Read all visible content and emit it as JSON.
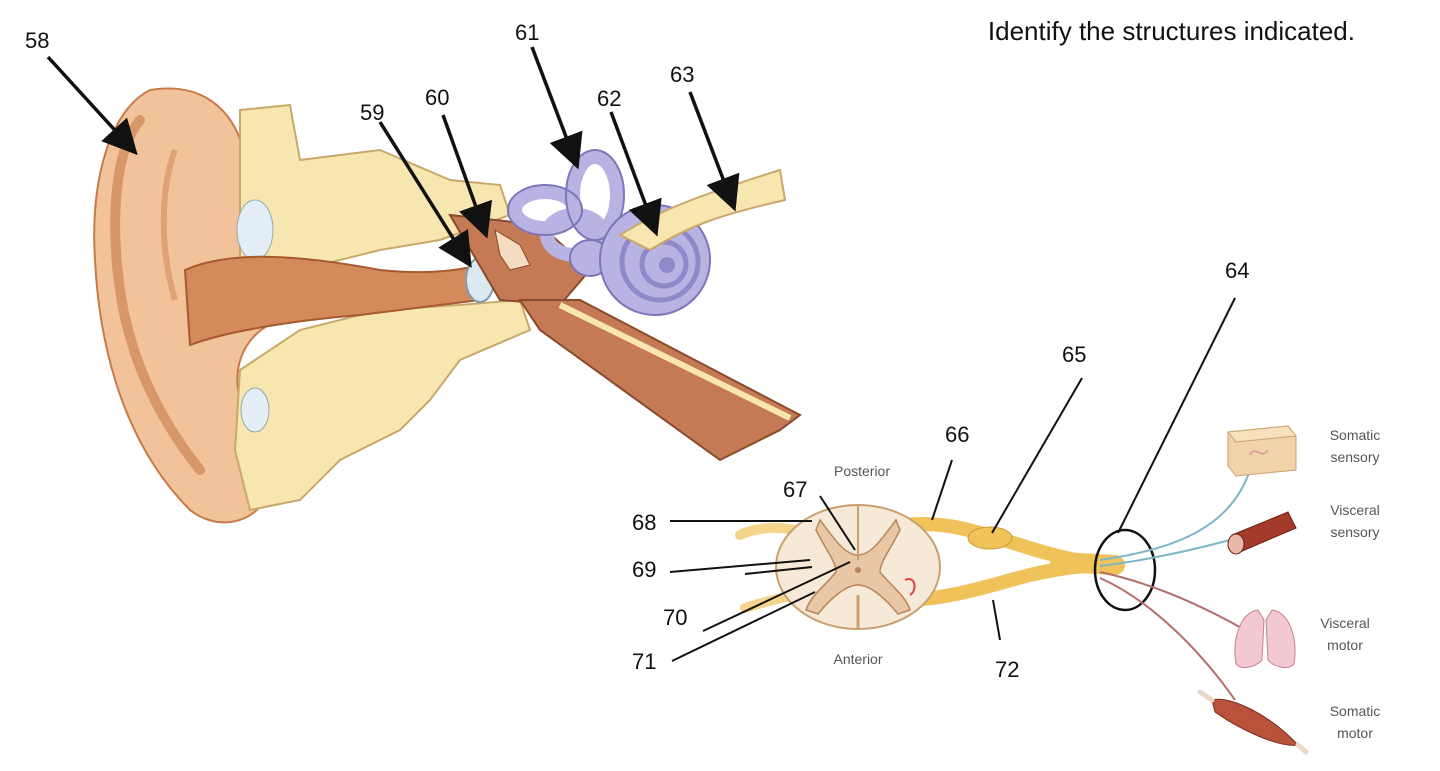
{
  "title": "Identify the structures indicated.",
  "ear_labels": [
    "58",
    "59",
    "60",
    "61",
    "62",
    "63"
  ],
  "nerve_labels": [
    "64",
    "65",
    "66",
    "67",
    "68",
    "69",
    "70",
    "71",
    "72"
  ],
  "cord_labels": {
    "posterior": "Posterior",
    "anterior": "Anterior"
  },
  "targets": [
    {
      "line1": "Somatic",
      "line2": "sensory"
    },
    {
      "line1": "Visceral",
      "line2": "sensory"
    },
    {
      "line1": "Visceral",
      "line2": "motor"
    },
    {
      "line1": "Somatic",
      "line2": "motor"
    }
  ],
  "colors": {
    "skin": "#f2c29a",
    "skin_dark": "#c77a4a",
    "bone": "#f7e6b0",
    "inner_ear": "#b9b3e3",
    "nerve": "#f0c35a",
    "sensory_line": "#7bb7c9",
    "motor_line": "#b56d6d",
    "grey_matter": "#e9c7a5",
    "white_matter": "#f7e9d8"
  }
}
